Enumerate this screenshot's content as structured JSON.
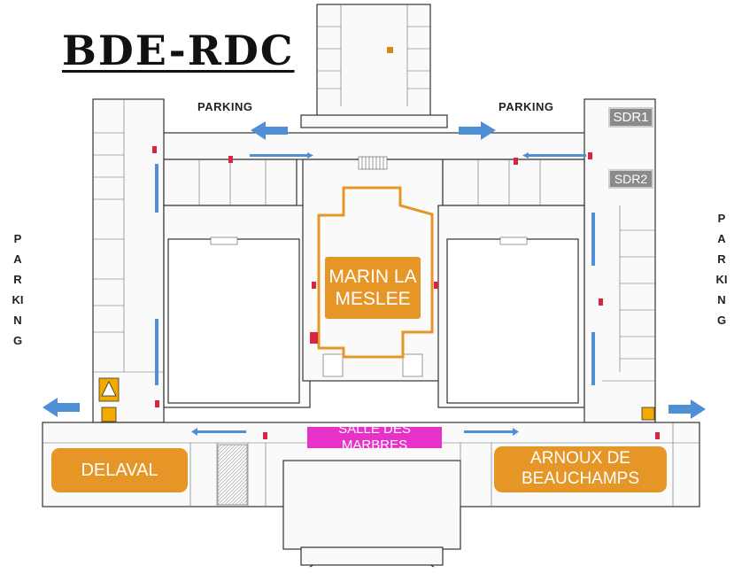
{
  "map": {
    "title": "BDE-RDC",
    "parking_top_left": "PARKING",
    "parking_top_right": "PARKING",
    "parking_left": "PARKING",
    "parking_right": "PARKING",
    "zones": {
      "delaval": "DELAVAL",
      "marin_la_meslee": "MARIN LA\nMESLEE",
      "salle_des_marbres": "SALLE DES MARBRES",
      "arnoux_de_beauchamps": "ARNOUX DE\nBEAUCHAMPS",
      "sdr1": "SDR1",
      "sdr2": "SDR2"
    },
    "colors": {
      "zone_orange": "#e69626",
      "zone_magenta": "#e632c8",
      "arrow_blue": "#4f8fd6",
      "wall": "#333333",
      "fire_extinguisher": "#d7263d",
      "warning": "#f2a900"
    }
  }
}
